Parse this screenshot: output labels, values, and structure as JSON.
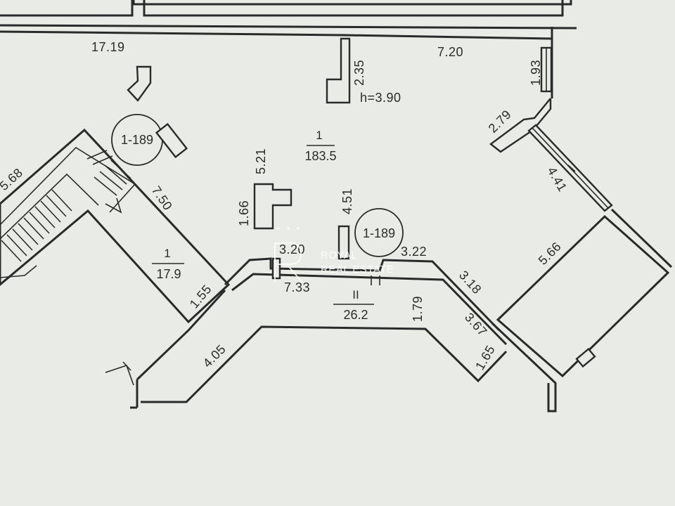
{
  "dimensions": {
    "d_17_19": "17.19",
    "d_2_35": "2.35",
    "d_7_20": "7.20",
    "d_1_93": "1.93",
    "d_h": "h=3.90",
    "d_2_79": "2.79",
    "d_5_68": "5.68",
    "d_5_21": "5.21",
    "d_1_66": "1.66",
    "d_4_51": "4.51",
    "d_4_41": "4.41",
    "d_7_50": "7.50",
    "d_5_66": "5.66",
    "d_3_20": "3.20",
    "d_3_22": "3.22",
    "d_7_33": "7.33",
    "d_3_18": "3.18",
    "d_1_55": "1.55",
    "d_1_79": "1.79",
    "d_3_67": "3.67",
    "d_1_65": "1.65",
    "d_4_05": "4.05"
  },
  "rooms": {
    "main": {
      "number": "1",
      "area": "183.5"
    },
    "left": {
      "number": "1",
      "area": "17.9"
    },
    "bottom": {
      "number": "II",
      "area": "26.2"
    }
  },
  "refs": {
    "top": "1-189",
    "center": "1-189"
  },
  "watermark": {
    "line1": "ROYAL",
    "line2": "REAL ESTATE"
  },
  "colors": {
    "paper": "#e9ebe6",
    "ink": "#2a2a2a"
  }
}
